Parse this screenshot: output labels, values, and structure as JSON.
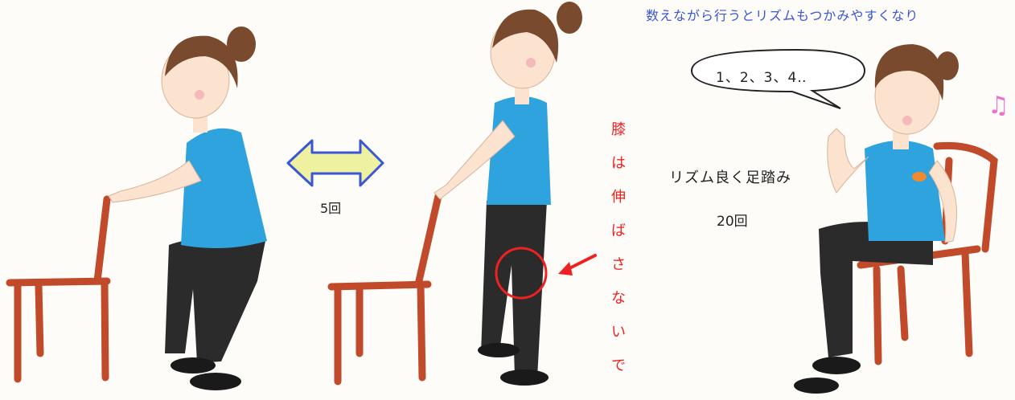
{
  "top_note": "数えながら行うとリズムもつかみやすくなり",
  "speech_bubble": "1、2、3、4‥",
  "reps_squat": "5回",
  "step_label": "リズム良く足踏み",
  "reps_step": "20回",
  "knee_warning": [
    "膝",
    "は",
    "伸",
    "ば",
    "さ",
    "な",
    "い",
    "で"
  ],
  "icons": {
    "arrow": "double-arrow-icon",
    "music": "music-note-icon",
    "pointer": "red-arrow-icon"
  },
  "colors": {
    "blue_text": "#3a55d6",
    "warning_red": "#e22222",
    "shirt": "#2fa3dd",
    "pants": "#2b2b2b",
    "chair": "#c04a2a",
    "hair": "#7a4a2e",
    "skin": "#fbe3cf"
  }
}
